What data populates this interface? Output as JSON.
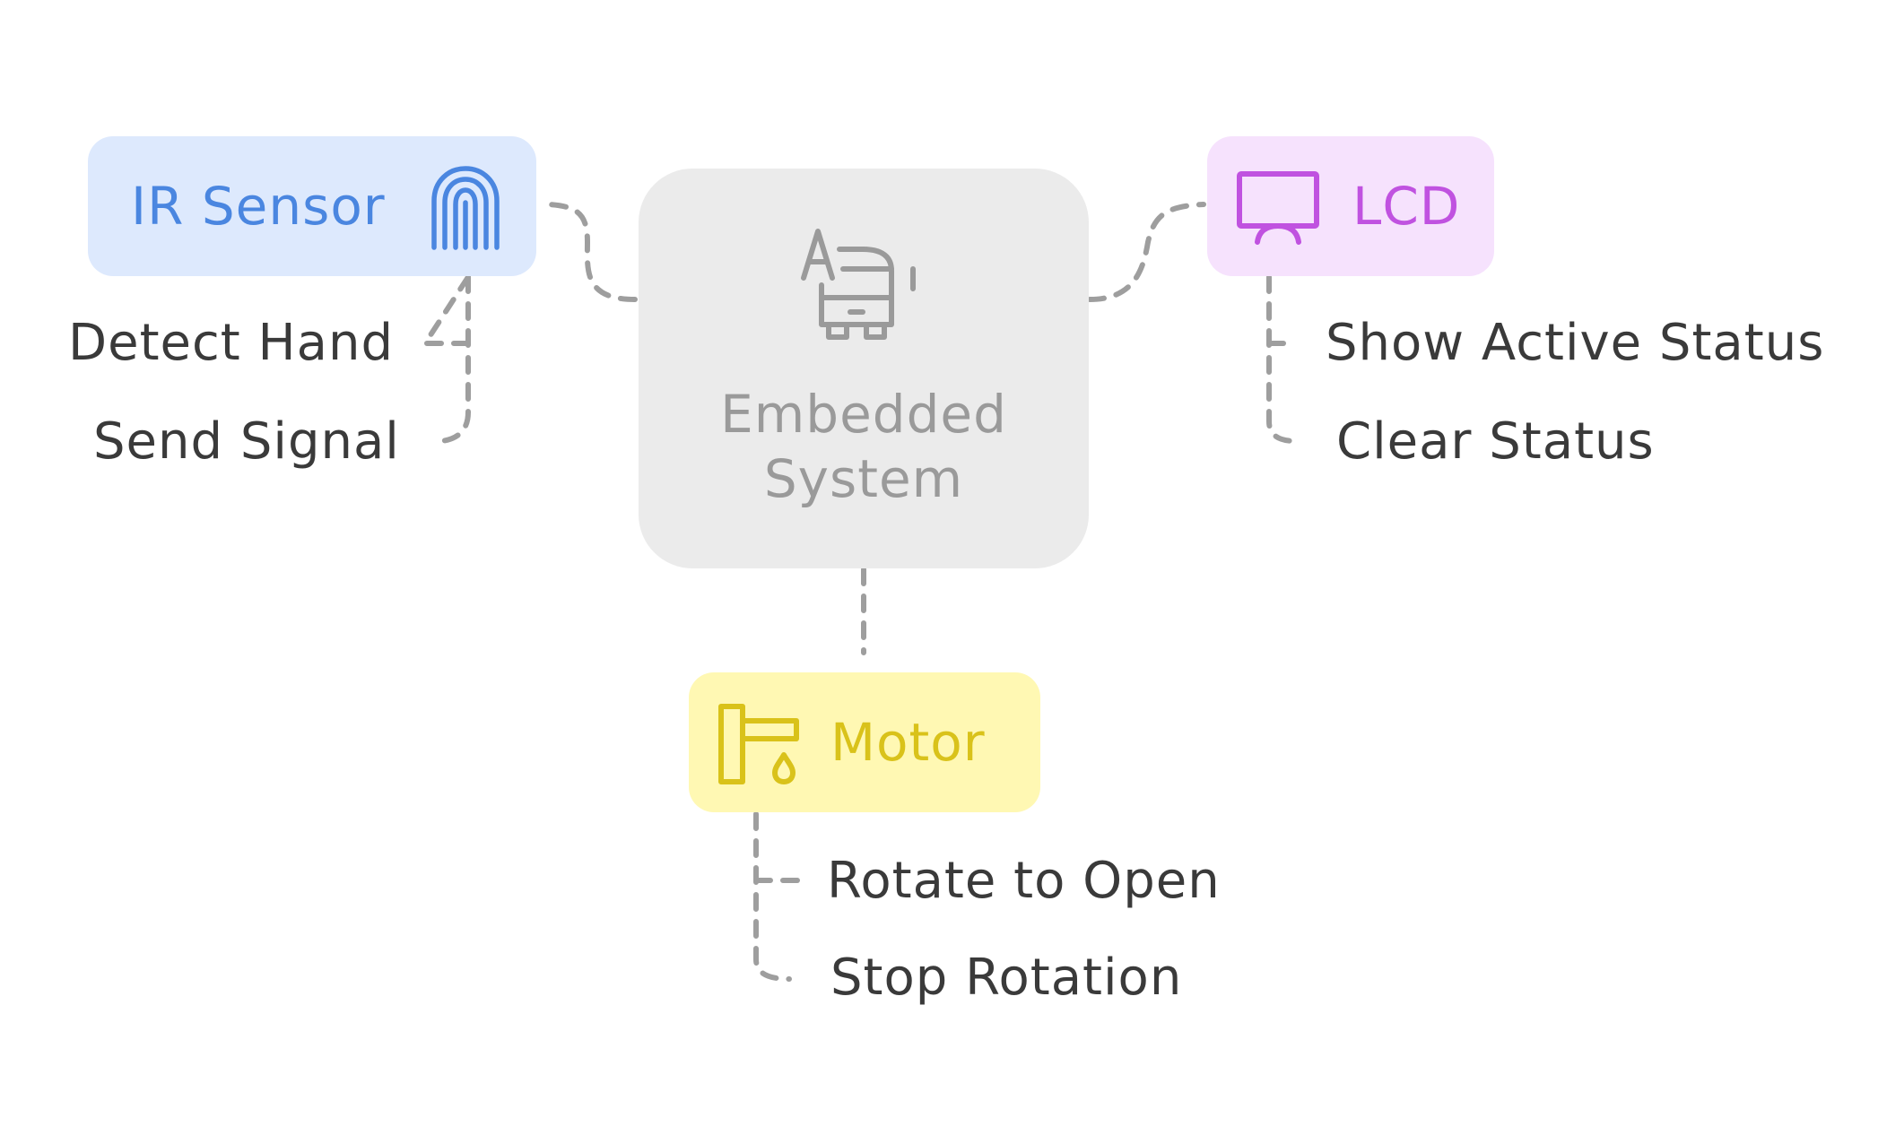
{
  "diagram": {
    "center": {
      "label_line1": "Embedded",
      "label_line2": "System",
      "icon": "bus-icon",
      "color": "#9a9a9a",
      "fill": "#ebebeb"
    },
    "ir_sensor": {
      "label": "IR Sensor",
      "icon": "fingerprint-icon",
      "color": "#4a86e0",
      "fill": "#dde9fd",
      "children": [
        "Detect Hand",
        "Send Signal"
      ]
    },
    "lcd": {
      "label": "LCD",
      "icon": "monitor-icon",
      "color": "#c052e0",
      "fill": "#f6e2fd",
      "children": [
        "Show Active Status",
        "Clear Status"
      ]
    },
    "motor": {
      "label": "Motor",
      "icon": "faucet-icon",
      "color": "#d9c21a",
      "fill": "#fff8b3",
      "children": [
        "Rotate to Open",
        "Stop Rotation"
      ]
    },
    "connector_color": "#9e9e9e"
  }
}
